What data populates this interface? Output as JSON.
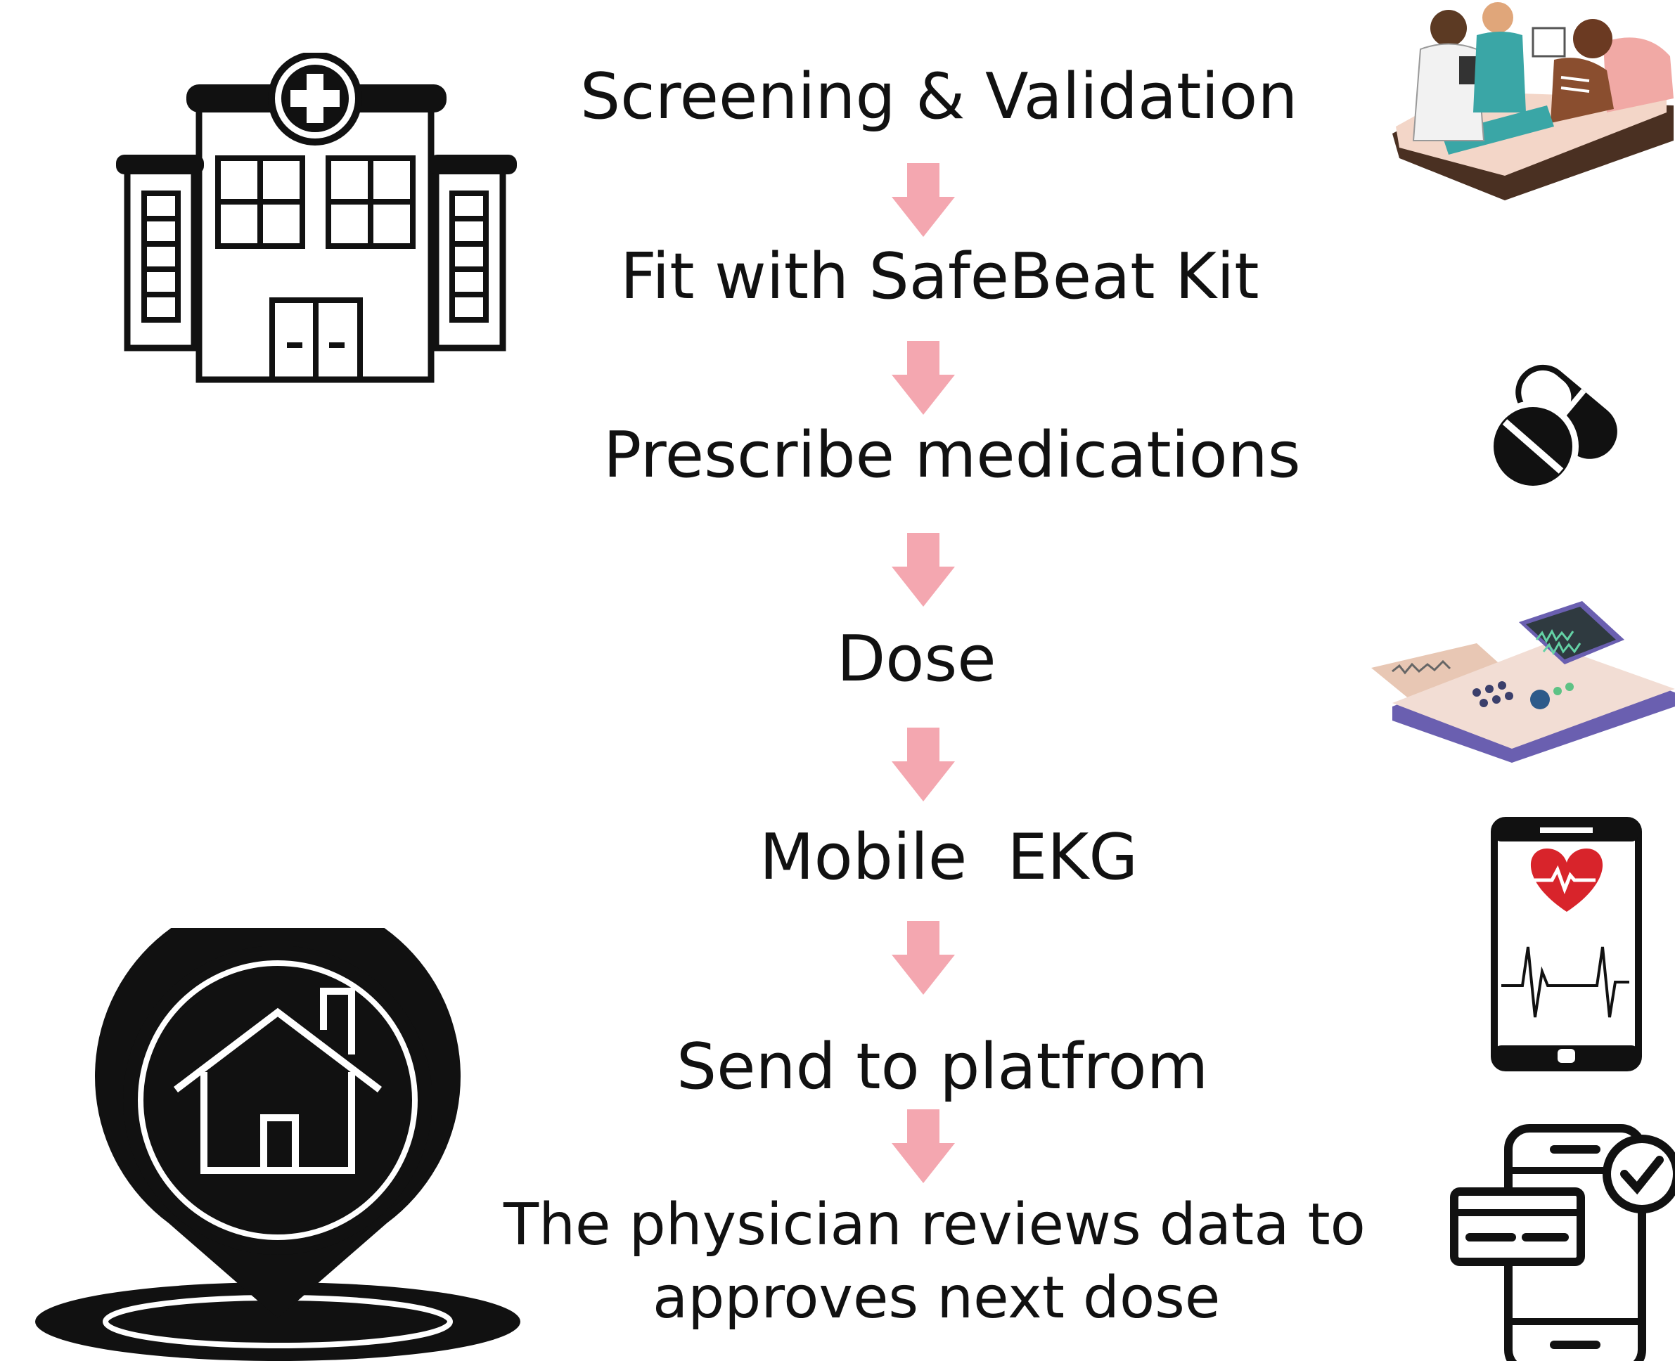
{
  "steps": [
    "Screening & Validation",
    "Fit with SafeBeat Kit",
    "Prescribe medications",
    "Dose",
    "Mobile  EKG",
    "Send to platfrom",
    "The physician reviews data to",
    "approves next dose"
  ],
  "colors": {
    "arrow": "#f4a7b0",
    "ink": "#111111",
    "heart": "#d8242b"
  },
  "icons": [
    "hospital-icon",
    "doctor-patient-illustration",
    "pills-icon",
    "ekg-machine-illustration",
    "phone-heart-icon",
    "home-location-icon",
    "phone-card-check-icon"
  ]
}
